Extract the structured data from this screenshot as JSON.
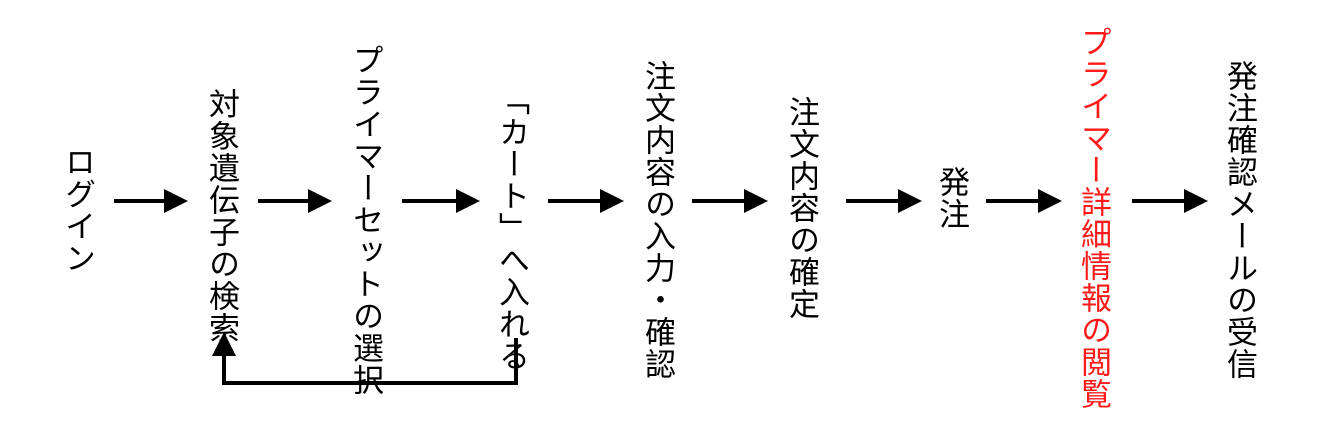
{
  "diagram": {
    "colors": {
      "text": "#000000",
      "highlight": "#ff1a1a",
      "arrow": "#000000"
    },
    "steps": [
      {
        "id": "login",
        "label": "ログイン"
      },
      {
        "id": "gene-search",
        "label": "対象遺伝子の検索"
      },
      {
        "id": "primer-select",
        "label": "プライマーセットの選択"
      },
      {
        "id": "add-to-cart",
        "label": "「カート」へ入れる"
      },
      {
        "id": "order-input",
        "label": "注文内容の入力・確認"
      },
      {
        "id": "order-confirm",
        "label": "注文内容の確定"
      },
      {
        "id": "order-place",
        "label": "発注"
      },
      {
        "id": "primer-details",
        "label": "プライマー詳細情報の閲覧",
        "highlighted": true
      },
      {
        "id": "order-email",
        "label": "発注確認メールの受信"
      }
    ]
  }
}
